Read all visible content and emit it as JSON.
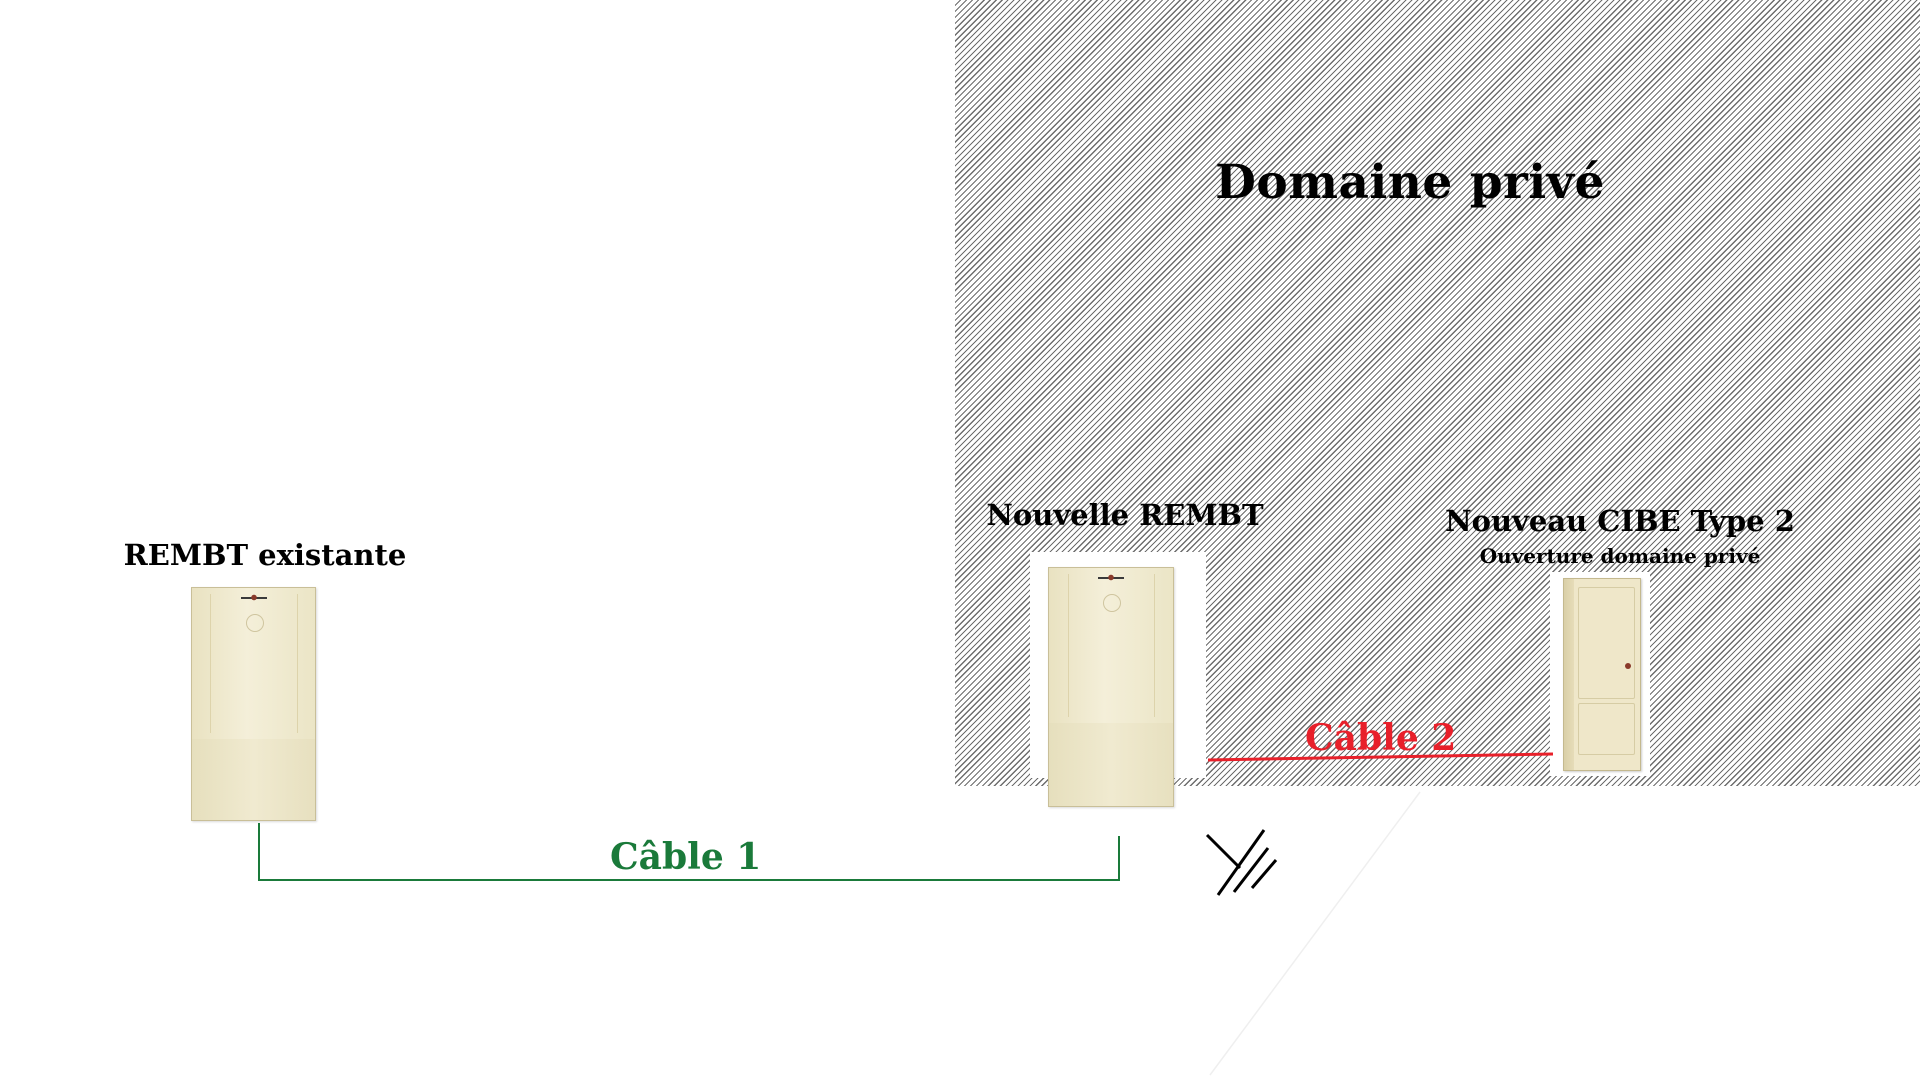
{
  "zone": {
    "title": "Domaine privé"
  },
  "equipment": {
    "existing": {
      "label": "REMBT existante"
    },
    "new_rembt": {
      "label": "Nouvelle REMBT"
    },
    "cibe": {
      "label": "Nouveau CIBE Type 2",
      "sublabel": "Ouverture domaine privé"
    }
  },
  "cables": {
    "cable1": {
      "label": "Câble 1",
      "color": "#1a7a3a"
    },
    "cable2": {
      "label": "Câble 2",
      "color": "#e8202a"
    }
  },
  "symbols": {
    "ground_symbol": "earth-ground-icon"
  }
}
